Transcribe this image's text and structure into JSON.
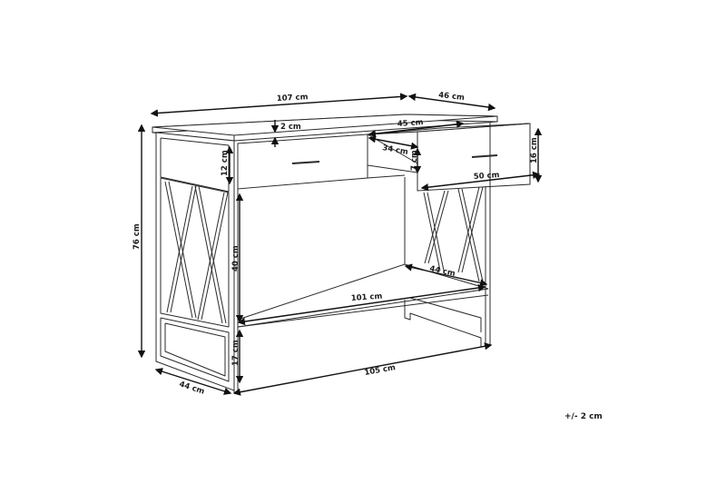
{
  "diagram": {
    "subject": "Console table with two drawers - dimension drawing",
    "units": "cm",
    "dimensions": {
      "overall_width": "107 cm",
      "overall_depth": "46 cm",
      "top_thickness": "2 cm",
      "drawer_inner_width": "45 cm",
      "drawer_inner_depth": "34 cm",
      "drawer_inner_height": "7 cm",
      "drawer_front_height": "16 cm",
      "drawer_front_width": "50 cm",
      "apron_height": "12 cm",
      "overall_height": "76 cm",
      "leg_opening_height": "40 cm",
      "shelf_depth": "44 cm",
      "shelf_width": "101 cm",
      "shelf_clearance": "17 cm",
      "base_depth": "44 cm",
      "base_width": "105 cm"
    },
    "tolerance_note": "+/- 2 cm"
  }
}
